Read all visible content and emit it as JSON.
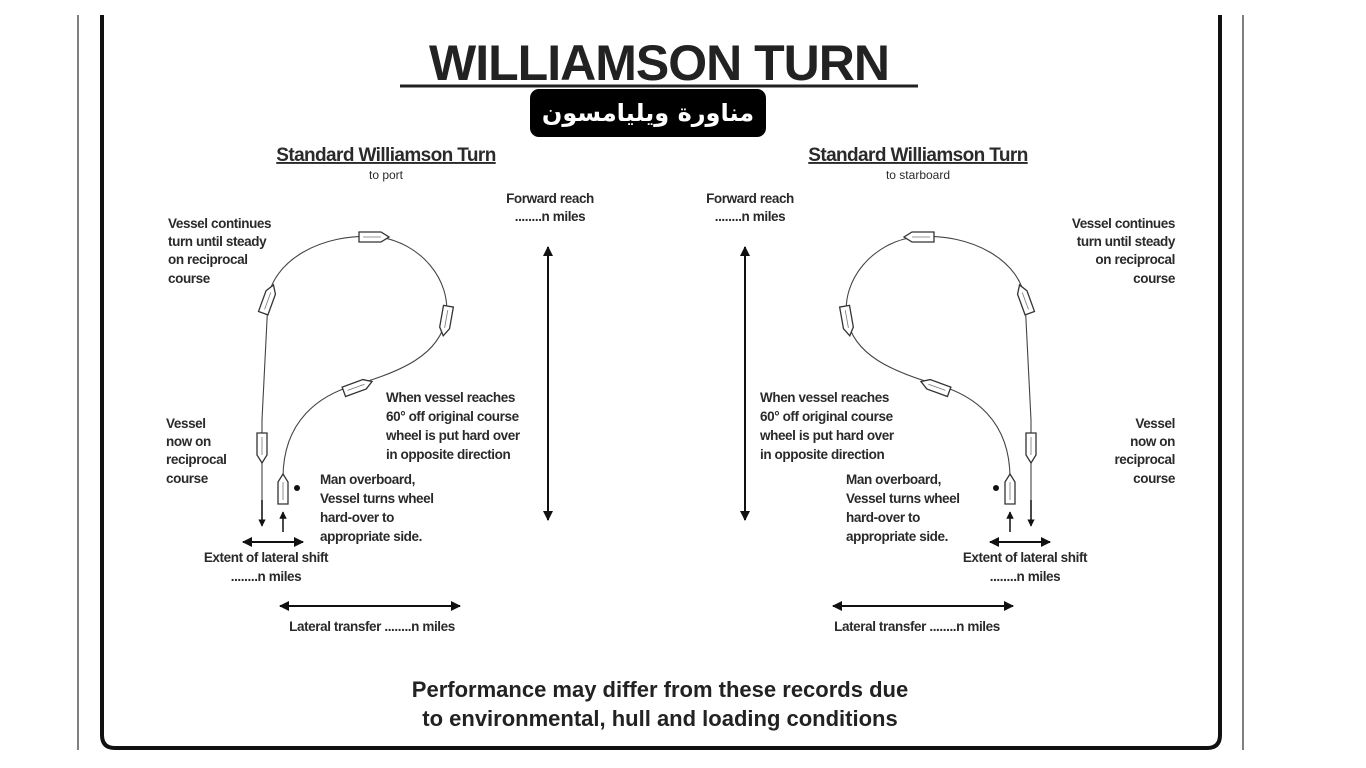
{
  "title": "WILLIAMSON TURN",
  "arabic_badge": "مناورة ويليامسون",
  "left": {
    "heading": "Standard Williamson Turn",
    "subheading": "to port",
    "continues": [
      "Vessel continues",
      "turn until steady",
      "on reciprocal",
      "course"
    ],
    "reciprocal": [
      "Vessel",
      "now on",
      "reciprocal",
      "course"
    ],
    "sixty": [
      "When vessel reaches",
      "60° off original course",
      "wheel is put hard over",
      "in opposite direction"
    ],
    "mob": [
      "Man overboard,",
      "Vessel turns wheel",
      "hard-over to",
      "appropriate side."
    ],
    "lateral_shift": [
      "Extent of lateral shift",
      "........n miles"
    ],
    "lateral_transfer": "Lateral transfer ........n miles",
    "forward_reach": [
      "Forward reach",
      "........n miles"
    ]
  },
  "right": {
    "heading": "Standard Williamson Turn",
    "subheading": "to starboard",
    "continues": [
      "Vessel continues",
      "turn until steady",
      "on reciprocal",
      "course"
    ],
    "reciprocal": [
      "Vessel",
      "now on",
      "reciprocal",
      "course"
    ],
    "sixty": [
      "When vessel reaches",
      "60° off original course",
      "wheel is put hard over",
      "in opposite direction"
    ],
    "mob": [
      "Man overboard,",
      "Vessel turns wheel",
      "hard-over to",
      "appropriate side."
    ],
    "lateral_shift": [
      "Extent of lateral shift",
      "........n miles"
    ],
    "lateral_transfer": "Lateral transfer ........n miles",
    "forward_reach": [
      "Forward reach",
      "........n miles"
    ]
  },
  "footer": [
    "Performance may differ from these records due",
    "to environmental, hull and loading conditions"
  ]
}
